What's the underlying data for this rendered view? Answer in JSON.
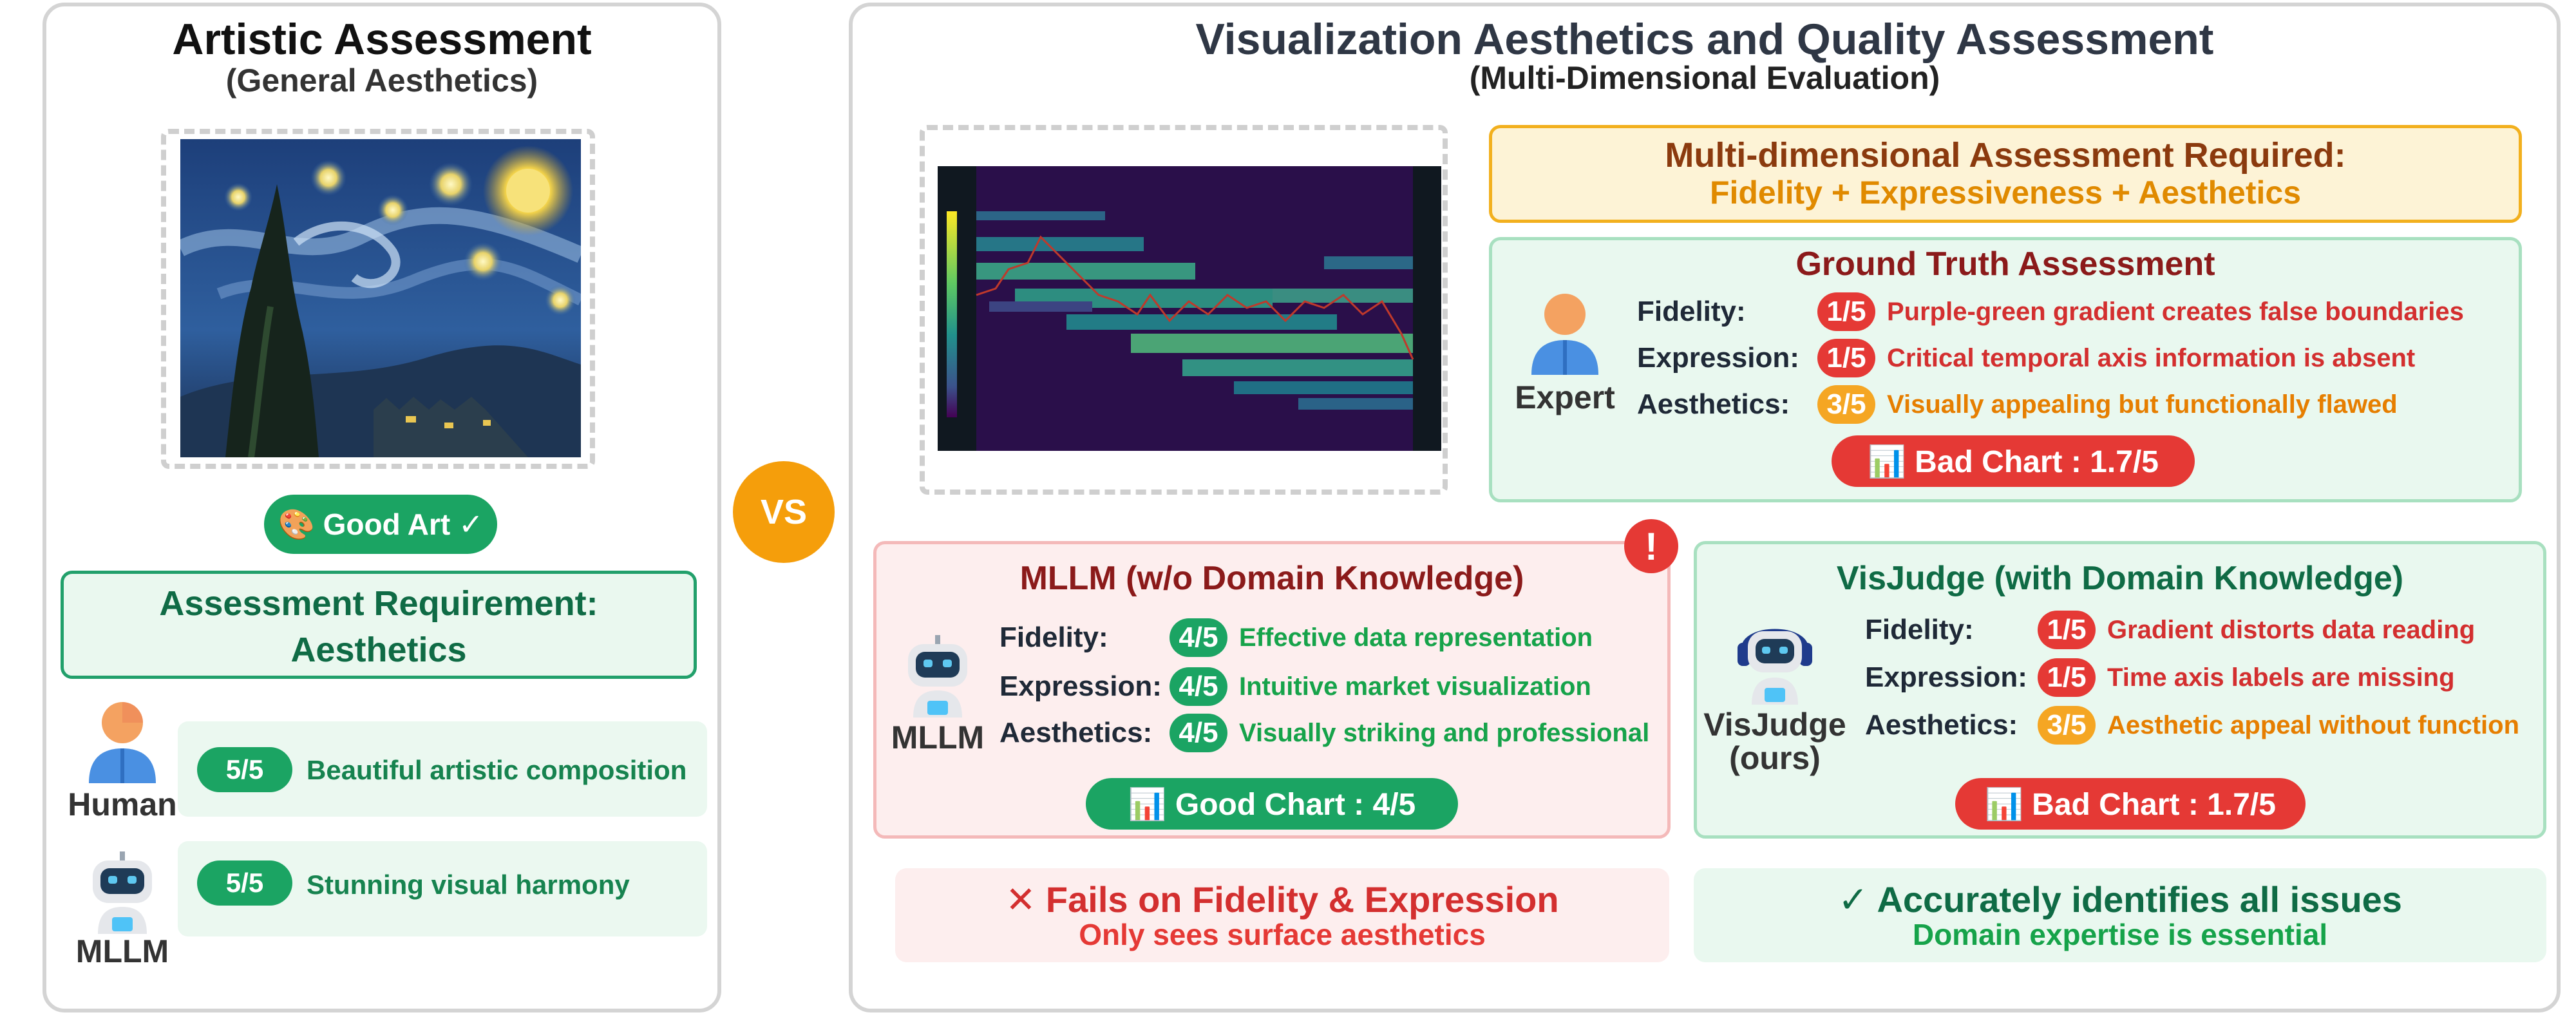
{
  "left": {
    "title": "Artistic Assessment",
    "subtitle": "(General Aesthetics)",
    "good_art": "🎨 Good Art ✓",
    "requirement_title": "Assessment Requirement:",
    "requirement_value": "Aesthetics",
    "human_label": "Human",
    "human_score": "5/5",
    "human_comment": "Beautiful artistic composition",
    "mllm_label": "MLLM",
    "mllm_score": "5/5",
    "mllm_comment": "Stunning visual harmony"
  },
  "vs": "VS",
  "right": {
    "title": "Visualization Aesthetics and Quality Assessment",
    "subtitle": "(Multi-Dimensional Evaluation)",
    "multi_title": "Multi-dimensional Assessment Required:",
    "multi_sub": "Fidelity + Expressiveness + Aesthetics",
    "gt_title": "Ground Truth Assessment",
    "expert_label": "Expert",
    "gt_rows": [
      {
        "label": "Fidelity:",
        "score": "1/5",
        "comment": "Purple-green gradient creates false boundaries"
      },
      {
        "label": "Expression:",
        "score": "1/5",
        "comment": "Critical temporal axis information is absent"
      },
      {
        "label": "Aesthetics:",
        "score": "3/5",
        "comment": "Visually appealing but functionally flawed"
      }
    ],
    "gt_verdict": "📊 Bad Chart : 1.7/5",
    "mllm_title": "MLLM (w/o Domain Knowledge)",
    "mllm_label": "MLLM",
    "mllm_rows": [
      {
        "label": "Fidelity:",
        "score": "4/5",
        "comment": "Effective data representation"
      },
      {
        "label": "Expression:",
        "score": "4/5",
        "comment": "Intuitive market visualization"
      },
      {
        "label": "Aesthetics:",
        "score": "4/5",
        "comment": "Visually striking and professional"
      }
    ],
    "mllm_verdict": "📊 Good Chart : 4/5",
    "exclaim": "!",
    "vj_title": "VisJudge (with Domain Knowledge)",
    "vj_label": "VisJudge",
    "vj_label2": "(ours)",
    "vj_rows": [
      {
        "label": "Fidelity:",
        "score": "1/5",
        "comment": "Gradient distorts data reading"
      },
      {
        "label": "Expression:",
        "score": "1/5",
        "comment": "Time axis labels are missing"
      },
      {
        "label": "Aesthetics:",
        "score": "3/5",
        "comment": "Aesthetic appeal without function"
      }
    ],
    "vj_verdict": "📊 Bad Chart : 1.7/5",
    "fail_title": "✕ Fails on Fidelity & Expression",
    "fail_sub": "Only sees surface aesthetics",
    "ok_title": "✓ Accurately identifies all issues",
    "ok_sub": "Domain expertise is essential"
  },
  "colors": {
    "red": "#e53935",
    "green": "#1ba463",
    "orange": "#f5a623",
    "dark_red": "#8b1a1a",
    "dark_green": "#0f6b45",
    "vs": "#f59e0b"
  }
}
